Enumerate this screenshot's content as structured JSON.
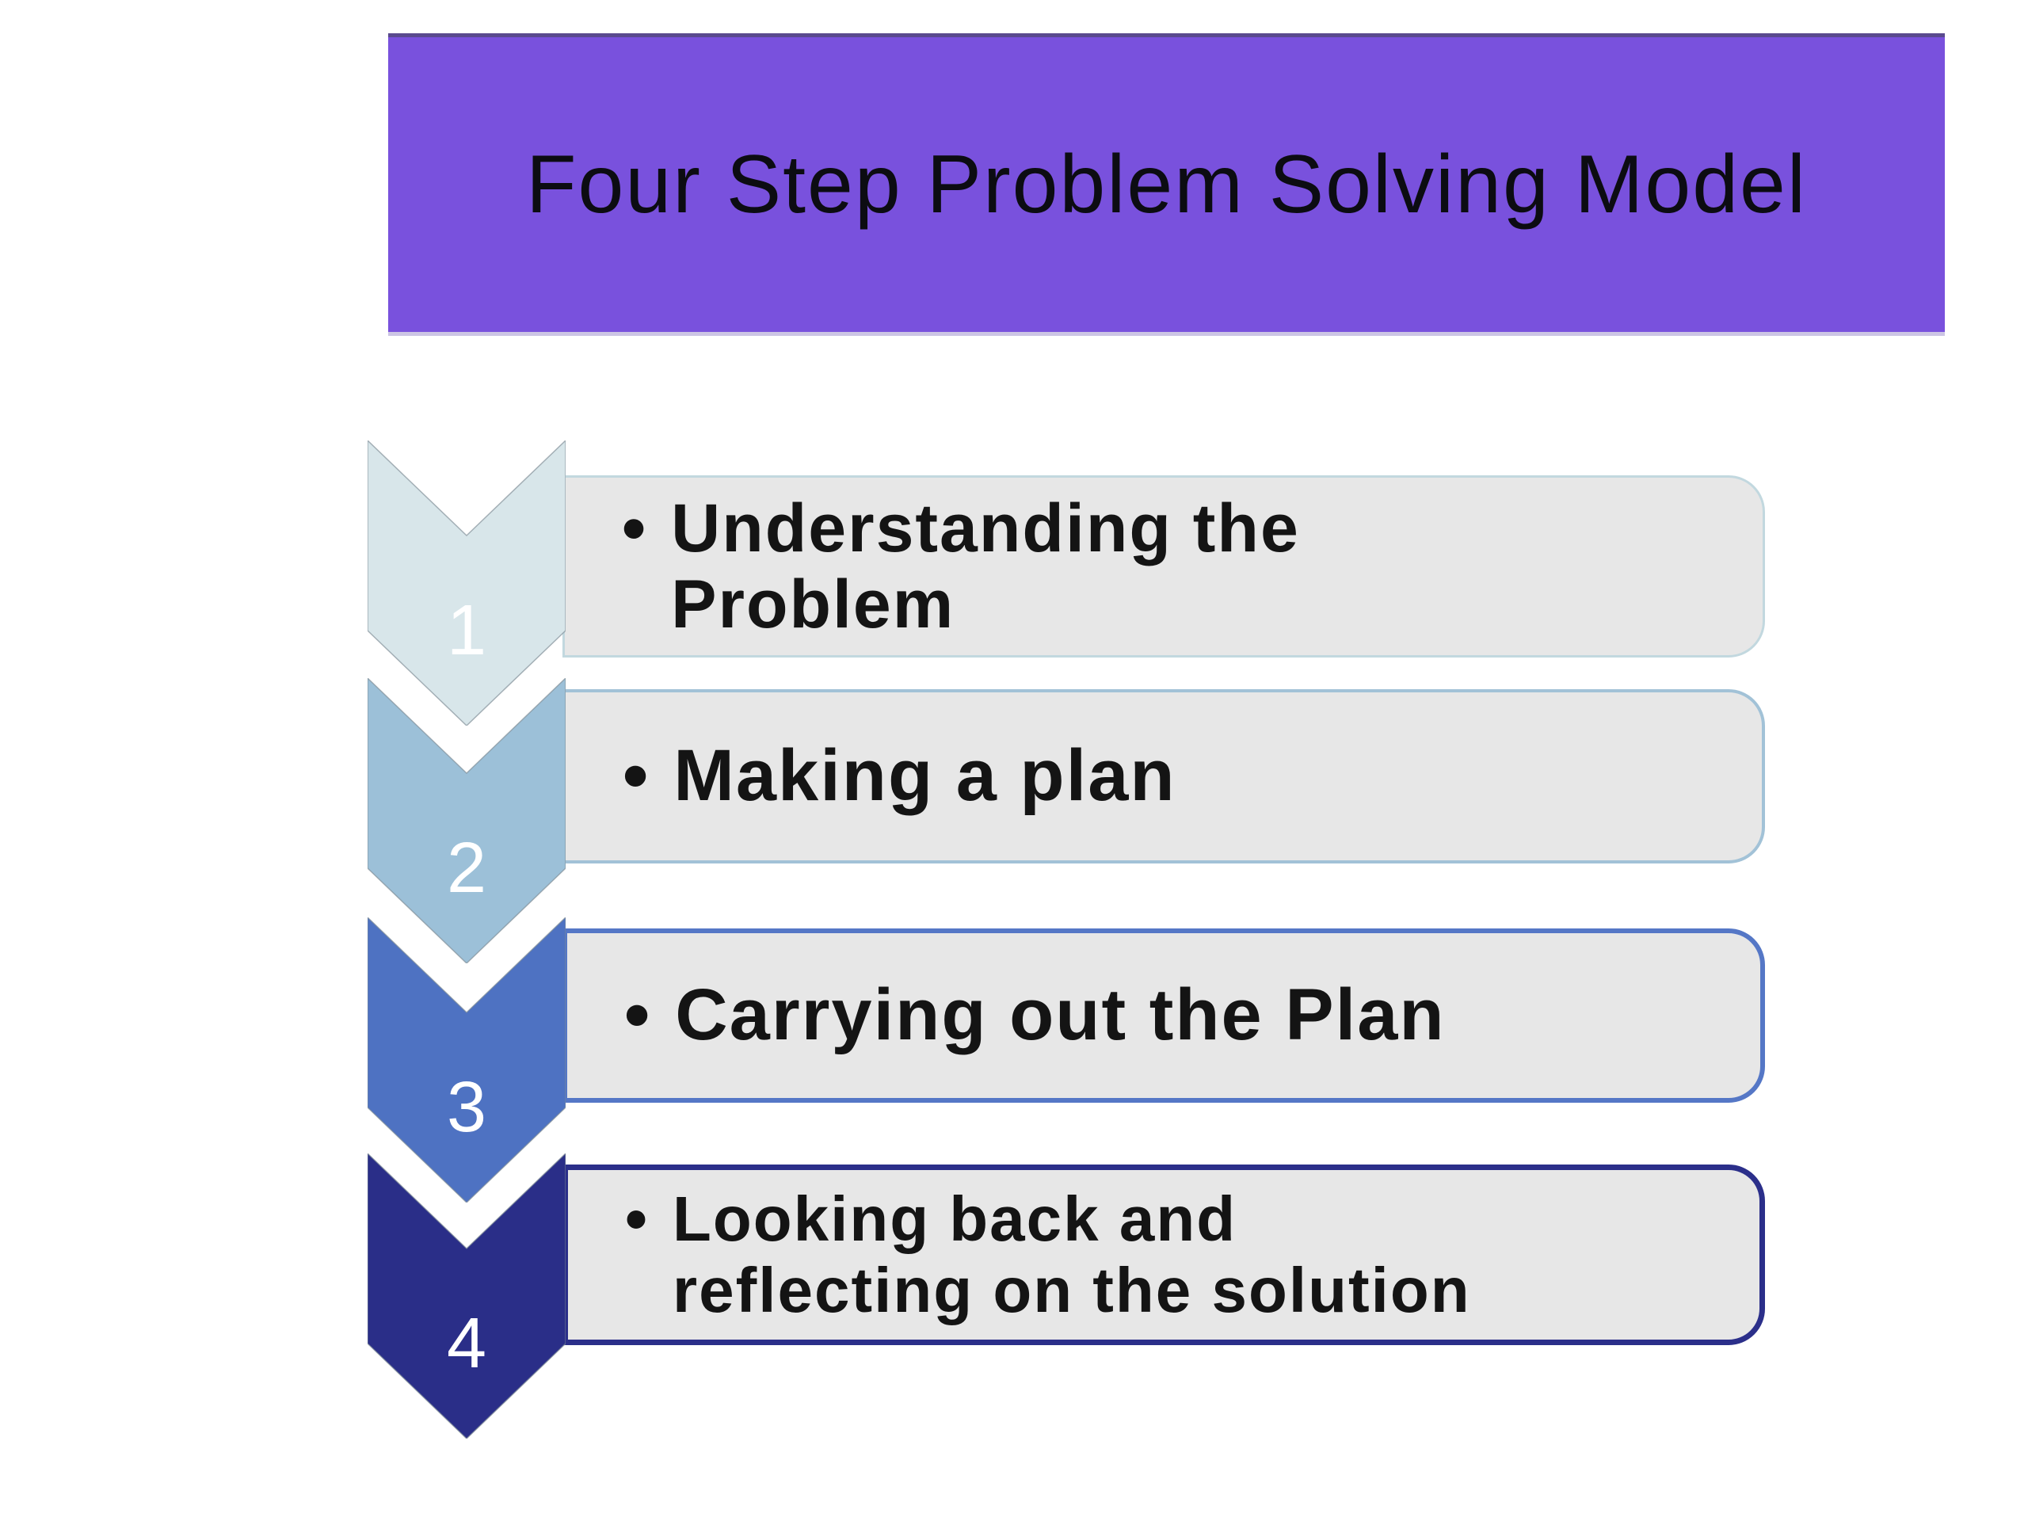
{
  "title": "Four Step Problem Solving Model",
  "banner": {
    "background": "#7951DD",
    "text_color": "#0C0C12"
  },
  "bullet_char": "•",
  "box_fill": "#E7E7E7",
  "text_color": "#141414",
  "number_color": "#FFFFFF",
  "steps": [
    {
      "number": "1",
      "label": "Understanding the Problem",
      "lines": [
        "Understanding the",
        "Problem"
      ],
      "chevron_fill": "#D8E6EA",
      "box_border": "#C2D8DF"
    },
    {
      "number": "2",
      "label": "Making a plan",
      "lines": [
        "Making a plan"
      ],
      "chevron_fill": "#9CC0D8",
      "box_border": "#A2C2D7"
    },
    {
      "number": "3",
      "label": "Carrying out the Plan",
      "lines": [
        "Carrying out the Plan"
      ],
      "chevron_fill": "#4E72C2",
      "box_border": "#5577C6"
    },
    {
      "number": "4",
      "label": "Looking back and reflecting on the solution",
      "lines": [
        "Looking back and",
        "reflecting on the solution"
      ],
      "chevron_fill": "#2A2E88",
      "box_border": "#2B2F8A"
    }
  ]
}
